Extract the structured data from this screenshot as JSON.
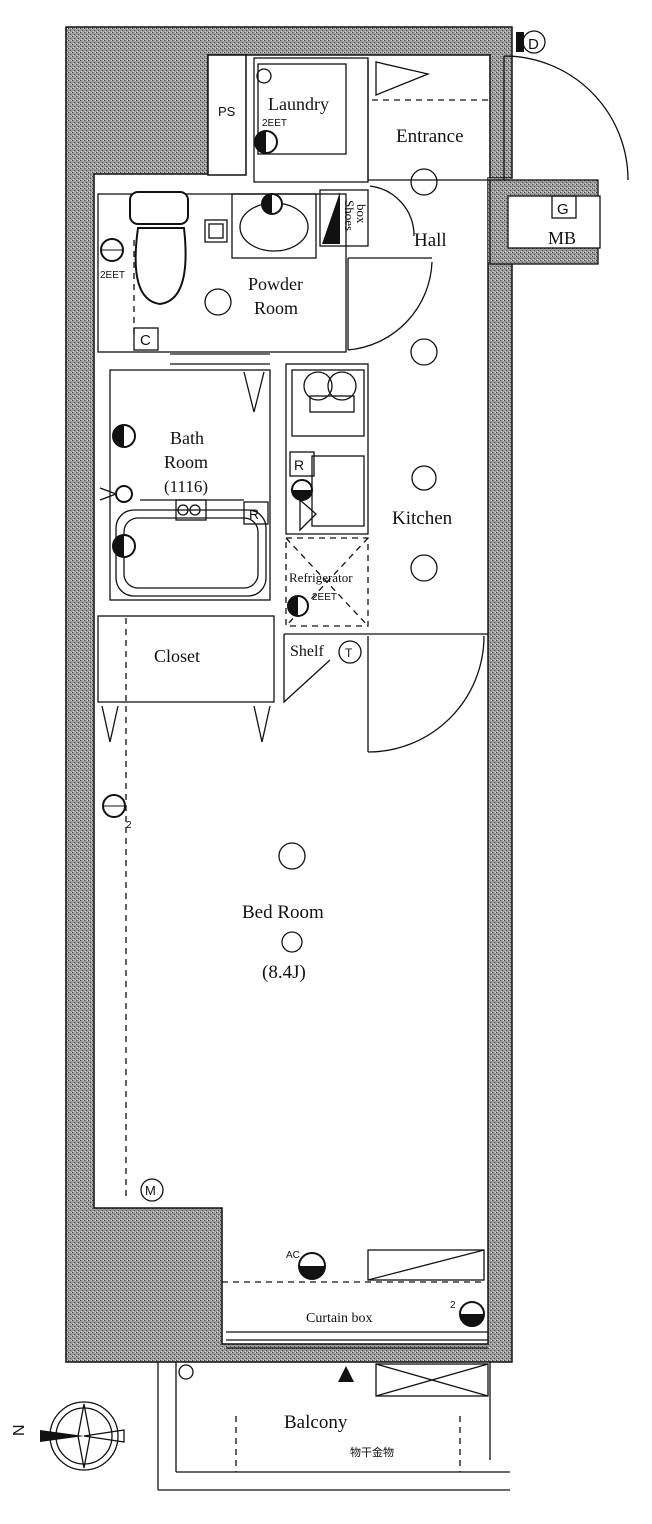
{
  "rooms": {
    "laundry": "Laundry",
    "entrance": "Entrance",
    "hall": "Hall",
    "powder_line1": "Powder",
    "powder_line2": "Room",
    "bath_line1": "Bath",
    "bath_line2": "Room",
    "bath_size": "(1116)",
    "kitchen": "Kitchen",
    "refrigerator": "Refrigerator",
    "closet": "Closet",
    "shelf": "Shelf",
    "bedroom": "Bed Room",
    "bedroom_size": "(8.4J)",
    "balcony": "Balcony",
    "curtain_box": "Curtain box"
  },
  "small_labels": {
    "ps": "PS",
    "mb": "MB",
    "shoes_line1": "Shoes",
    "shoes_line2": "box",
    "outlet_2eet": "2EET",
    "outlet_2": "2",
    "ac": "AC",
    "drying_rack": "物干金物"
  },
  "symbols": {
    "d": "D",
    "g": "G",
    "c": "C",
    "r": "R",
    "t": "T",
    "m": "M",
    "north": "N"
  },
  "colors": {
    "wall_hatch": "#8a8a8a",
    "line": "#111111"
  }
}
